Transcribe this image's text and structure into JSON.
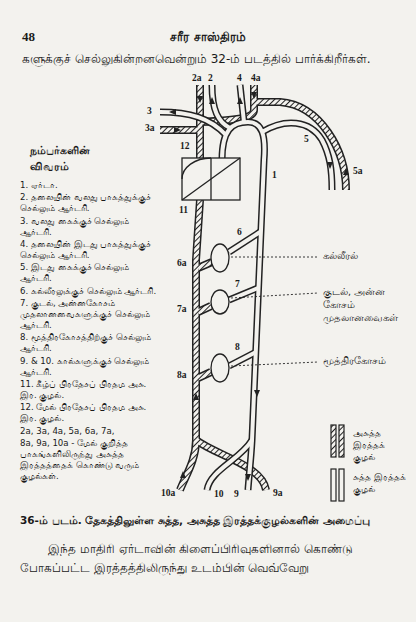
{
  "diagram": {
    "title": "சரீர சாஸ்திரம்",
    "caption": "36-ம் படம். தேகத்திலுள்ள சுத்த, அசுத்த இரத்தக்குழல்களின் அமைப்பு",
    "labels": [
      "48",
      "களுக்குச் செல்லுகின்றனவென்றும் 32-ம் படத்தில் பார்க்கிறீர்கள்.",
      "நம்பர்களின் விவரம்",
      "1. ஏர்டா.",
      "2. தலையின் வலது பாகத்துக்குச் செல்லும் ஆர்டரி.",
      "3. வலது கைக்குச் செல்லும் ஆர்டரி.",
      "4. தலையின் இடது பாகத்துக்குச் செல்லும் ஆர்டரி.",
      "5. இடது கைக்குச் செல்லும் ஆர்டரி.",
      "6. கல்லீரலுக்குச் செல்லும் ஆர்டரி.",
      "7. குடல், அன்னகோசம் முதலானவைகளுக்குச் செல்லும் ஆர்டரி.",
      "8. மூத்திரகோசத்திற்குச் செல்லும் ஆர்டரி.",
      "9. & 10. கால்களுக்குச் செல்லும் ஆர்டரி.",
      "11. கீழ்ப் பிரதேசப் பிரதம அசு. இர. குழல்.",
      "12. மேல் பிரதேசப் பிரதம அசு. இர. குழல்.",
      "2a, 3a, 4a, 5a, 6a, 7a,",
      "8a, 9a, 10a - மேல் குறித்த பாகங்களிலிருந்து அசுத்த இரத்தத்தைக் கொண்டு வரும் குழல்கள்.",
      "கல்லீரல்",
      "குடல், அன்ன கோசம் முதலானவைகள்",
      "மூத்திரகோசம்",
      "1",
      "2",
      "2a",
      "3",
      "3a",
      "4",
      "4a",
      "5",
      "5a",
      "6",
      "6a",
      "7",
      "7a",
      "8",
      "8a",
      "9",
      "9a",
      "10",
      "10a",
      "11",
      "12",
      "இந்த மாதிரி ஏர்டாவின் கிளைப்பிரிவுகளினால் கொண்டு போகப்பட்ட இரத்தத்திலிருந்து உடம்பின் வெவ்வேறு"
    ],
    "legend": [
      {
        "text": "அசுத்த இரத்தக் குழல்"
      },
      {
        "text": "சுத்த இரத்தக் குழல்"
      }
    ]
  }
}
